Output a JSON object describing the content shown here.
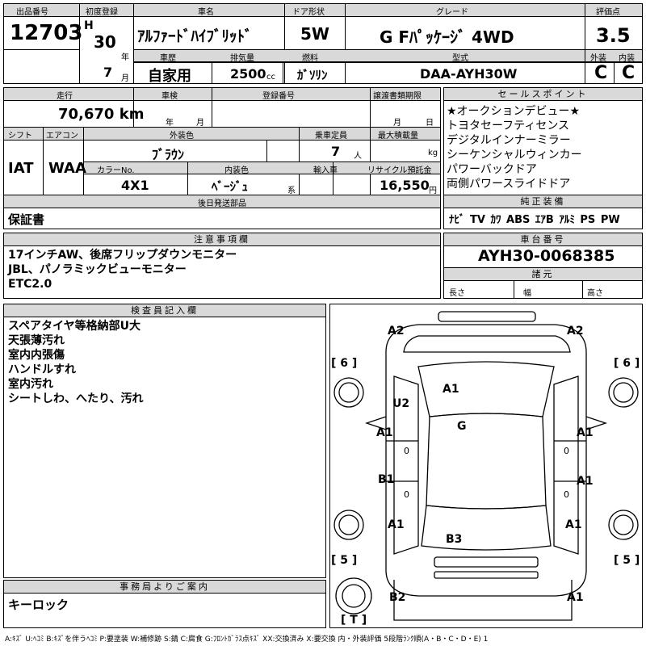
{
  "top": {
    "lot_label": "出品番号",
    "lot_no": "12703",
    "reg_label": "初度登録",
    "era": "H",
    "year": "30",
    "year_unit": "年",
    "month": "7",
    "month_unit": "月",
    "name_label": "車名",
    "name": "ｱﾙﾌｧｰﾄﾞﾊｲﾌﾞﾘｯﾄﾞ",
    "door_label": "ドア形状",
    "door": "5W",
    "grade_label": "グレード",
    "grade": "G Fﾊﾟｯｹｰｼﾞ 4WD",
    "score_label": "評価点",
    "score": "3.5",
    "history_label": "車歴",
    "history": "自家用",
    "cc_label": "排気量",
    "cc": "2500",
    "cc_unit": "cc",
    "fuel_label": "燃料",
    "fuel": "ｶﾞｿﾘﾝ",
    "model_label": "型式",
    "model": "DAA-AYH30W",
    "ext_label": "外装",
    "ext": "C",
    "int_label": "内装",
    "int": "C"
  },
  "mid": {
    "mileage_label": "走行",
    "mileage": "70,670 km",
    "inspect_label": "車検",
    "inspect_y": "年",
    "inspect_m": "月",
    "plate_label": "登録番号",
    "transfer_label": "譲渡書類期限",
    "transfer_m": "月",
    "transfer_d": "日",
    "shift_label": "シフト",
    "shift": "IAT",
    "ac_label": "エアコン",
    "ac": "WAA",
    "color_label": "外装色",
    "color": "ﾌﾞﾗｳﾝ",
    "capacity_label": "乗車定員",
    "capacity": "7",
    "capacity_unit": "人",
    "load_label": "最大積載量",
    "load_unit": "kg",
    "colorno_label": "カラーNo.",
    "colorno": "4X1",
    "interior_label": "内装色",
    "interior": "ﾍﾞｰｼﾞｭ",
    "interior_unit": "系",
    "import_label": "輸入車",
    "recycle_label": "リサイクル預託金",
    "recycle": "16,550",
    "recycle_unit": "円",
    "later_label": "後日発送部品",
    "later": "保証書"
  },
  "sales": {
    "label": "セールスポイント",
    "items": [
      "★オークションデビュー★",
      "トヨタセーフティセンス",
      "デジタルインナーミラー",
      "シーケンシャルウィンカー",
      "パワーバックドア",
      "両側パワースライドドア"
    ]
  },
  "equip": {
    "label": "純正装備",
    "items": [
      "ﾅﾋﾞ",
      "TV",
      "ｶﾜ",
      "ABS",
      "ｴｱB",
      "ｱﾙﾐ",
      "PS",
      "PW"
    ]
  },
  "notes": {
    "label": "注意事項欄",
    "lines": [
      "17インチAW、後席フリップダウンモニター",
      "JBL、パノラミックビューモニター",
      "ETC2.0"
    ]
  },
  "chassis": {
    "label": "車台番号",
    "value": "AYH30-0068385",
    "spec_label": "諸元",
    "length": "長さ",
    "width": "幅",
    "height": "高さ"
  },
  "inspector": {
    "label": "検査員記入欄",
    "lines": [
      "スペアタイヤ等格納部U大",
      "天張薄汚れ",
      "室内内張傷",
      "ハンドルすれ",
      "室内汚れ",
      "シートしわ、へたり、汚れ"
    ]
  },
  "office": {
    "label": "事務局よりご案内",
    "text": "キーロック"
  },
  "diagram": {
    "marks": [
      "A2",
      "A2",
      "A1",
      "U2",
      "G",
      "A1",
      "A1",
      "B1",
      "A1",
      "A1",
      "A1",
      "B3",
      "B2",
      "A1"
    ],
    "side_marks": [
      "0",
      "0",
      "0",
      "0"
    ],
    "tire_labels": [
      "[ 6 ]",
      "[ 6 ]",
      "[ 5 ]",
      "[ 5 ]",
      "[ T ]"
    ]
  },
  "legend": "A:ｷｽﾞ U:ﾍｺﾐ B:ｷｽﾞを伴うﾍｺﾐ P:要塗装 W:補修跡 S:錆 C:腐食 G:ﾌﾛﾝﾄｶﾞﾗｽ点ｷｽﾞ XX:交換済み X:要交換 内・外装評価 5段階ﾗﾝｸ順(A・B・C・D・E) 1"
}
